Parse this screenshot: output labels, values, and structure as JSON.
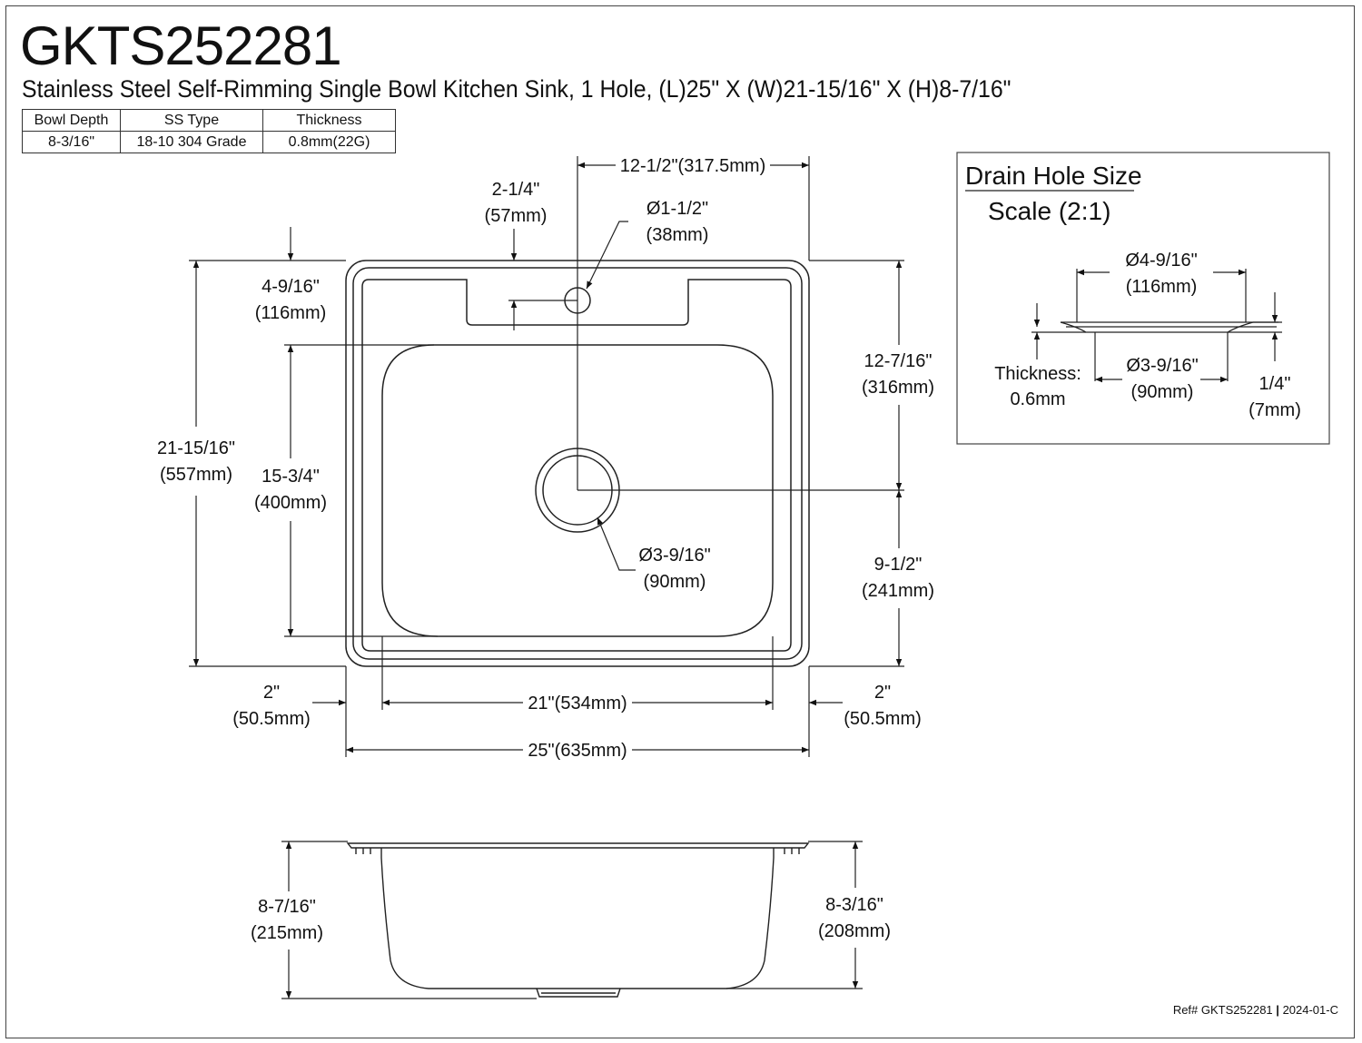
{
  "header": {
    "model": "GKTS252281",
    "subtitle": "Stainless Steel Self-Rimming Single Bowl Kitchen Sink, 1 Hole, (L)25\" X (W)21-15/16\" X (H)8-7/16\""
  },
  "spec_table": {
    "headers": [
      "Bowl Depth",
      "SS Type",
      "Thickness"
    ],
    "values": [
      "8-3/16\"",
      "18-10 304 Grade",
      "0.8mm(22G)"
    ]
  },
  "top_view": {
    "faucet_offset": {
      "imperial": "12-1/2\"(317.5mm)"
    },
    "deck_top_margin": {
      "imperial": "2-1/4\"",
      "metric": "(57mm)"
    },
    "faucet_hole": {
      "imperial": "Ø1-1/2\"",
      "metric": "(38mm)"
    },
    "deck_depth": {
      "imperial": "4-9/16\"",
      "metric": "(116mm)"
    },
    "to_drain_center": {
      "imperial": "12-7/16\"",
      "metric": "(316mm)"
    },
    "overall_width": {
      "imperial": "21-15/16\"",
      "metric": "(557mm)"
    },
    "bowl_width": {
      "imperial": "15-3/4\"",
      "metric": "(400mm)"
    },
    "drain_hole": {
      "imperial": "Ø3-9/16\"",
      "metric": "(90mm)"
    },
    "drain_to_front": {
      "imperial": "9-1/2\"",
      "metric": "(241mm)"
    },
    "left_rim": {
      "imperial": "2\"",
      "metric": "(50.5mm)"
    },
    "right_rim": {
      "imperial": "2\"",
      "metric": "(50.5mm)"
    },
    "bowl_length": {
      "label": "21\"(534mm)"
    },
    "overall_length": {
      "label": "25\"(635mm)"
    }
  },
  "drain_detail": {
    "title": "Drain Hole Size",
    "scale": "Scale (2:1)",
    "outer": {
      "imperial": "Ø4-9/16\"",
      "metric": "(116mm)"
    },
    "thickness": {
      "label": "Thickness:",
      "value": "0.6mm"
    },
    "inner": {
      "imperial": "Ø3-9/16\"",
      "metric": "(90mm)"
    },
    "depth": {
      "imperial": "1/4\"",
      "metric": "(7mm)"
    }
  },
  "side_view": {
    "total_height": {
      "imperial": "8-7/16\"",
      "metric": "(215mm)"
    },
    "bowl_depth": {
      "imperial": "8-3/16\"",
      "metric": "(208mm)"
    }
  },
  "footer": {
    "ref": "Ref# GKTS252281",
    "separator": "|",
    "rev": "2024-01-C"
  }
}
